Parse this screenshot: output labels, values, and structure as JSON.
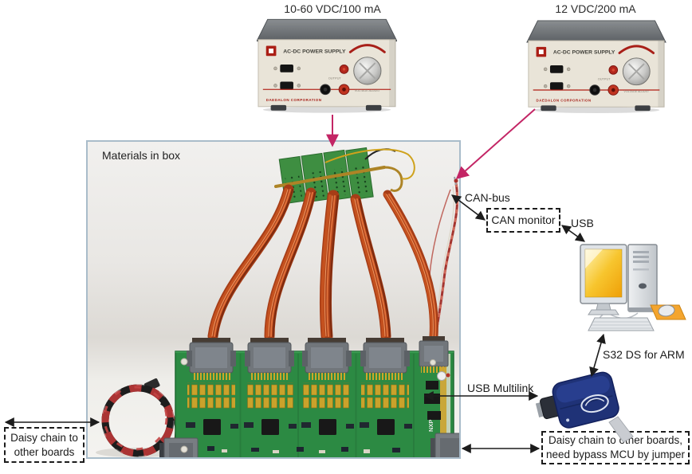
{
  "captions": {
    "psu1": "10-60 VDC/100 mA",
    "psu2": "12 VDC/200 mA"
  },
  "power_supply": {
    "panel_title": "AC-DC POWER SUPPLY",
    "brand": "DAEDALON CORPORATION",
    "output_label": "OUTPUT",
    "knob_label": "VOLTAGE ADJUST"
  },
  "materials_box": {
    "label": "Materials in box"
  },
  "board": {
    "logo": "NXP"
  },
  "connection_labels": {
    "can_bus": "CAN-bus",
    "usb": "USB",
    "s32": "S32 DS for ARM",
    "usb_multilink": "USB Multilink"
  },
  "can_monitor": {
    "label": "CAN monitor"
  },
  "daisy_chain_left": {
    "lines": [
      "Daisy chain to",
      "other boards"
    ]
  },
  "daisy_chain_right": {
    "lines": [
      "Daisy chain to other boards,",
      "need bypass MCU by jumper"
    ]
  },
  "colors": {
    "arrow_black": "#1c1c1c",
    "arrow_pink": "#c32565",
    "pcb_green": "#2c8a43",
    "harness_orange": "#c4511f",
    "monitor_screen": "#f7c52e",
    "multilink_blue": "#1f3277",
    "photo_box_border": "#a9bcca"
  }
}
